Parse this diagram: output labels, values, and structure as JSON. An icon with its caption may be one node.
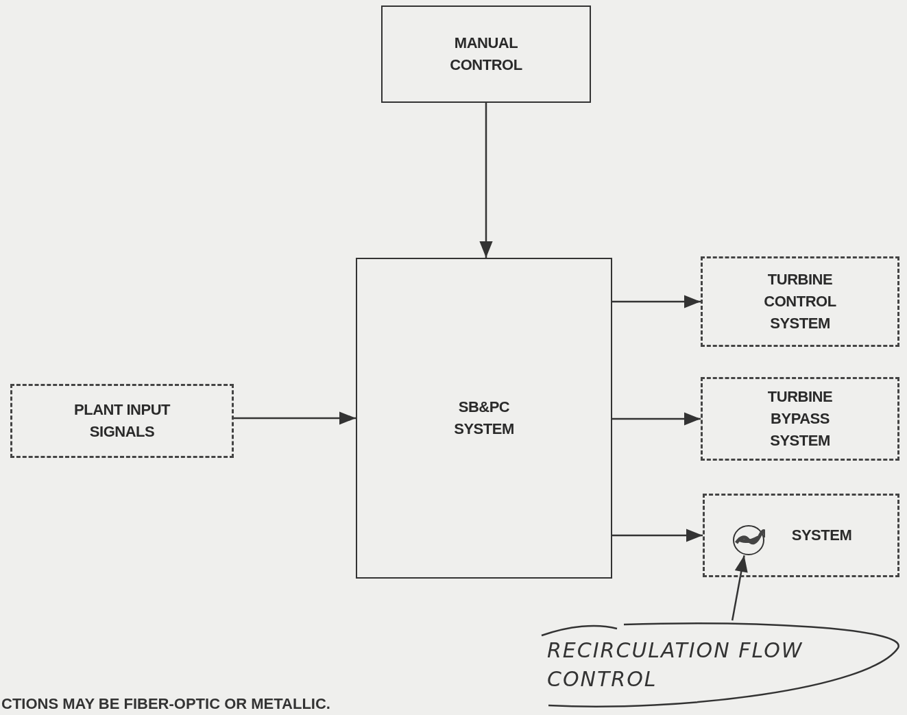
{
  "diagram": {
    "nodes": [
      {
        "text": [
          "MANUAL CONTROL"
        ]
      },
      {
        "text": [
          "PLANT INPUT SIGNALS"
        ]
      },
      {
        "text": [
          "SB&PC SYSTEM"
        ]
      },
      {
        "text": [
          "TURBINE CONTROL SYSTEM"
        ]
      },
      {
        "text": [
          "TURBINE BYPASS SYSTEM"
        ]
      },
      {
        "text": [
          "SYSTEM"
        ]
      },
      {
        "text": [],
        "shape": "circle",
        "in": 5
      },
      {
        "text": [
          "RECIRCULATION FLOW CONTROL"
        ]
      }
    ],
    "edges": [
      {
        "from": 0,
        "to": 2,
        "arrow": "to"
      },
      {
        "from": 1,
        "to": 2,
        "arrow": "to"
      },
      {
        "from": 2,
        "to": 3,
        "arrow": "to"
      },
      {
        "from": 2,
        "to": 4,
        "arrow": "to"
      },
      {
        "from": 2,
        "to": 5,
        "arrow": "to"
      },
      {
        "from": 7,
        "to": 6,
        "arrow": "to"
      }
    ],
    "labels": [
      "CTIONS MAY BE FIBER-OPTIC OR METALLIC."
    ]
  }
}
